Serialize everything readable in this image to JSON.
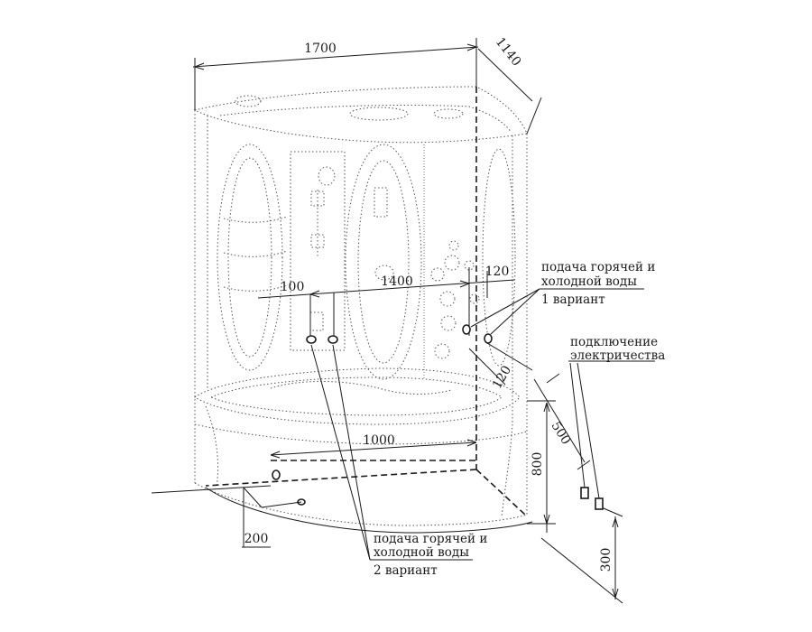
{
  "dimensions": {
    "width_1700": "1700",
    "depth_1140": "1140",
    "d_1400": "1400",
    "d_100": "100",
    "d_120_top": "120",
    "d_120_side": "120",
    "d_1000": "1000",
    "d_800": "800",
    "d_500": "500",
    "d_300": "300",
    "d_200": "200"
  },
  "notes": {
    "supply_v1_line1": "подача горячей и",
    "supply_v1_line2": "холодной воды",
    "supply_v1_line3": "1 вариант",
    "electric_line1": "подключение",
    "electric_line2": "электричества",
    "supply_v2_line1": "подача горячей и",
    "supply_v2_line2": "холодной воды",
    "supply_v2_line3": "2 вариант"
  }
}
